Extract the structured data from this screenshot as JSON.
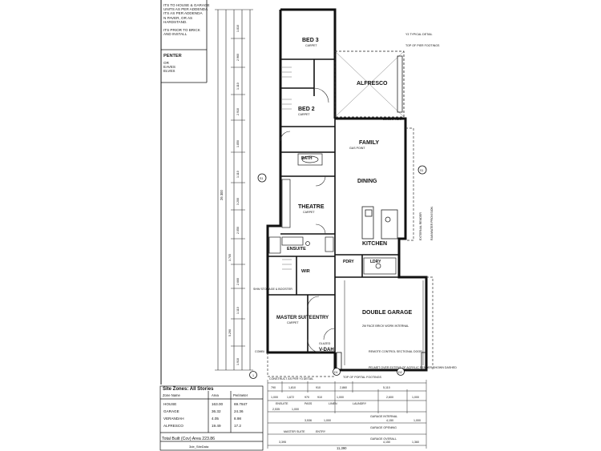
{
  "notes": {
    "top_left_lines": [
      "ITS TO HOUSE & GARAGE",
      "UNITS AS PER ADDENDA",
      "ITS AS PER ADDENDA",
      "N PAVER, OR AS",
      "HARDSTAND.",
      "",
      "ITS PRIOR TO BRICK",
      "AND INSTALL"
    ],
    "carpenter_heading": "PENTER",
    "carpenter_lines": [
      "OR",
      "EAVES",
      "ELVES"
    ]
  },
  "rooms": {
    "bed3": "BED 3",
    "bed3_floor": "CARPET",
    "bed2": "BED 2",
    "bed2_floor": "CARPET",
    "alfresco": "ALFRESCO",
    "family": "FAMILY",
    "gas_point": "GAS POINT",
    "dining": "DINING",
    "theatre": "THEATRE",
    "theatre_floor": "CARPET",
    "bath": "BATH",
    "kitchen": "KITCHEN",
    "ensuite": "ENSUITE",
    "wir": "WIR",
    "master_suite": "MASTER SUITE",
    "master_floor": "CARPET",
    "entry": "ENTRY",
    "verandah": "V-DAH",
    "double_garage": "DOUBLE GARAGE",
    "pdry": "PDRY",
    "ldry": "LDRY"
  },
  "annotations": {
    "double_garage_note": "2M FACE BRICK WORK INTERNAL",
    "garage_door": "REMOTE CONTROL SECTIONAL DOOR",
    "portal": "TOP OF PORTAL FOOTINGS",
    "pelmet": "PELMET OVER EXTENT OF ACRYLIC RENDER SHOWN DASHED",
    "construct": "CONSTRUCT AS PER Y3 DETAIL",
    "storage": "SHW STORAGE & BOOSTER",
    "combi": "COMBI",
    "glazed": "GLAZED",
    "typical": "Y3 TYPICAL DETAIL",
    "top_pier": "TOP OF PIER FOOTINGS",
    "low_vent": "DL LOW VENT",
    "exterior_render": "EXTERNAL RENDER",
    "rainwater": "RAINWATER PROVISION"
  },
  "dimensions": {
    "total_depth": "26 300",
    "overall_width": "11,390",
    "left_labels": [
      "1.810",
      "2.960",
      "1.110",
      "2.910",
      "1.850",
      "1.110",
      "3.200",
      "2.050",
      "3.705",
      "2.660",
      "1.110",
      "5.290",
      "1.910"
    ],
    "bottom_row1": [
      "790",
      "1,810",
      "910",
      "2,860",
      "5,110"
    ],
    "bottom_row2": [
      "1,000",
      "1,672",
      "970",
      "910",
      "1,000",
      "2,600",
      "1,000"
    ],
    "bottom_labels": [
      "ENSUITE",
      "PASS",
      "LINEN",
      "LAUNDRY",
      "GARAGE INTERNAL",
      "GARAGE OPENING",
      "GARAGE OVERALL"
    ],
    "bottom_row3": [
      "2,535",
      "1,000",
      "3,536",
      "1,000",
      "4,150",
      "1,000"
    ],
    "bottom_row4": [
      "3,395",
      "4,150",
      "1,360"
    ]
  },
  "section_markers": [
    "S1",
    "S1",
    "D1",
    "D2",
    "1"
  ],
  "site_zones": {
    "title": "Site Zones: All Stories",
    "headers": [
      "Zone Name",
      "Area",
      "Perimeter"
    ],
    "rows": [
      [
        "HOUSE",
        "163.00",
        "69.7847"
      ],
      [
        "GARAGE",
        "36.32",
        "24.36"
      ],
      [
        "VERANDAH",
        "4.05",
        "8.98"
      ],
      [
        "ALFRESCO",
        "19.49",
        "17.2"
      ]
    ],
    "total_label": "Total Built (Cov) Area",
    "total_value": "223.86",
    "footer": "3de_SiteData"
  }
}
